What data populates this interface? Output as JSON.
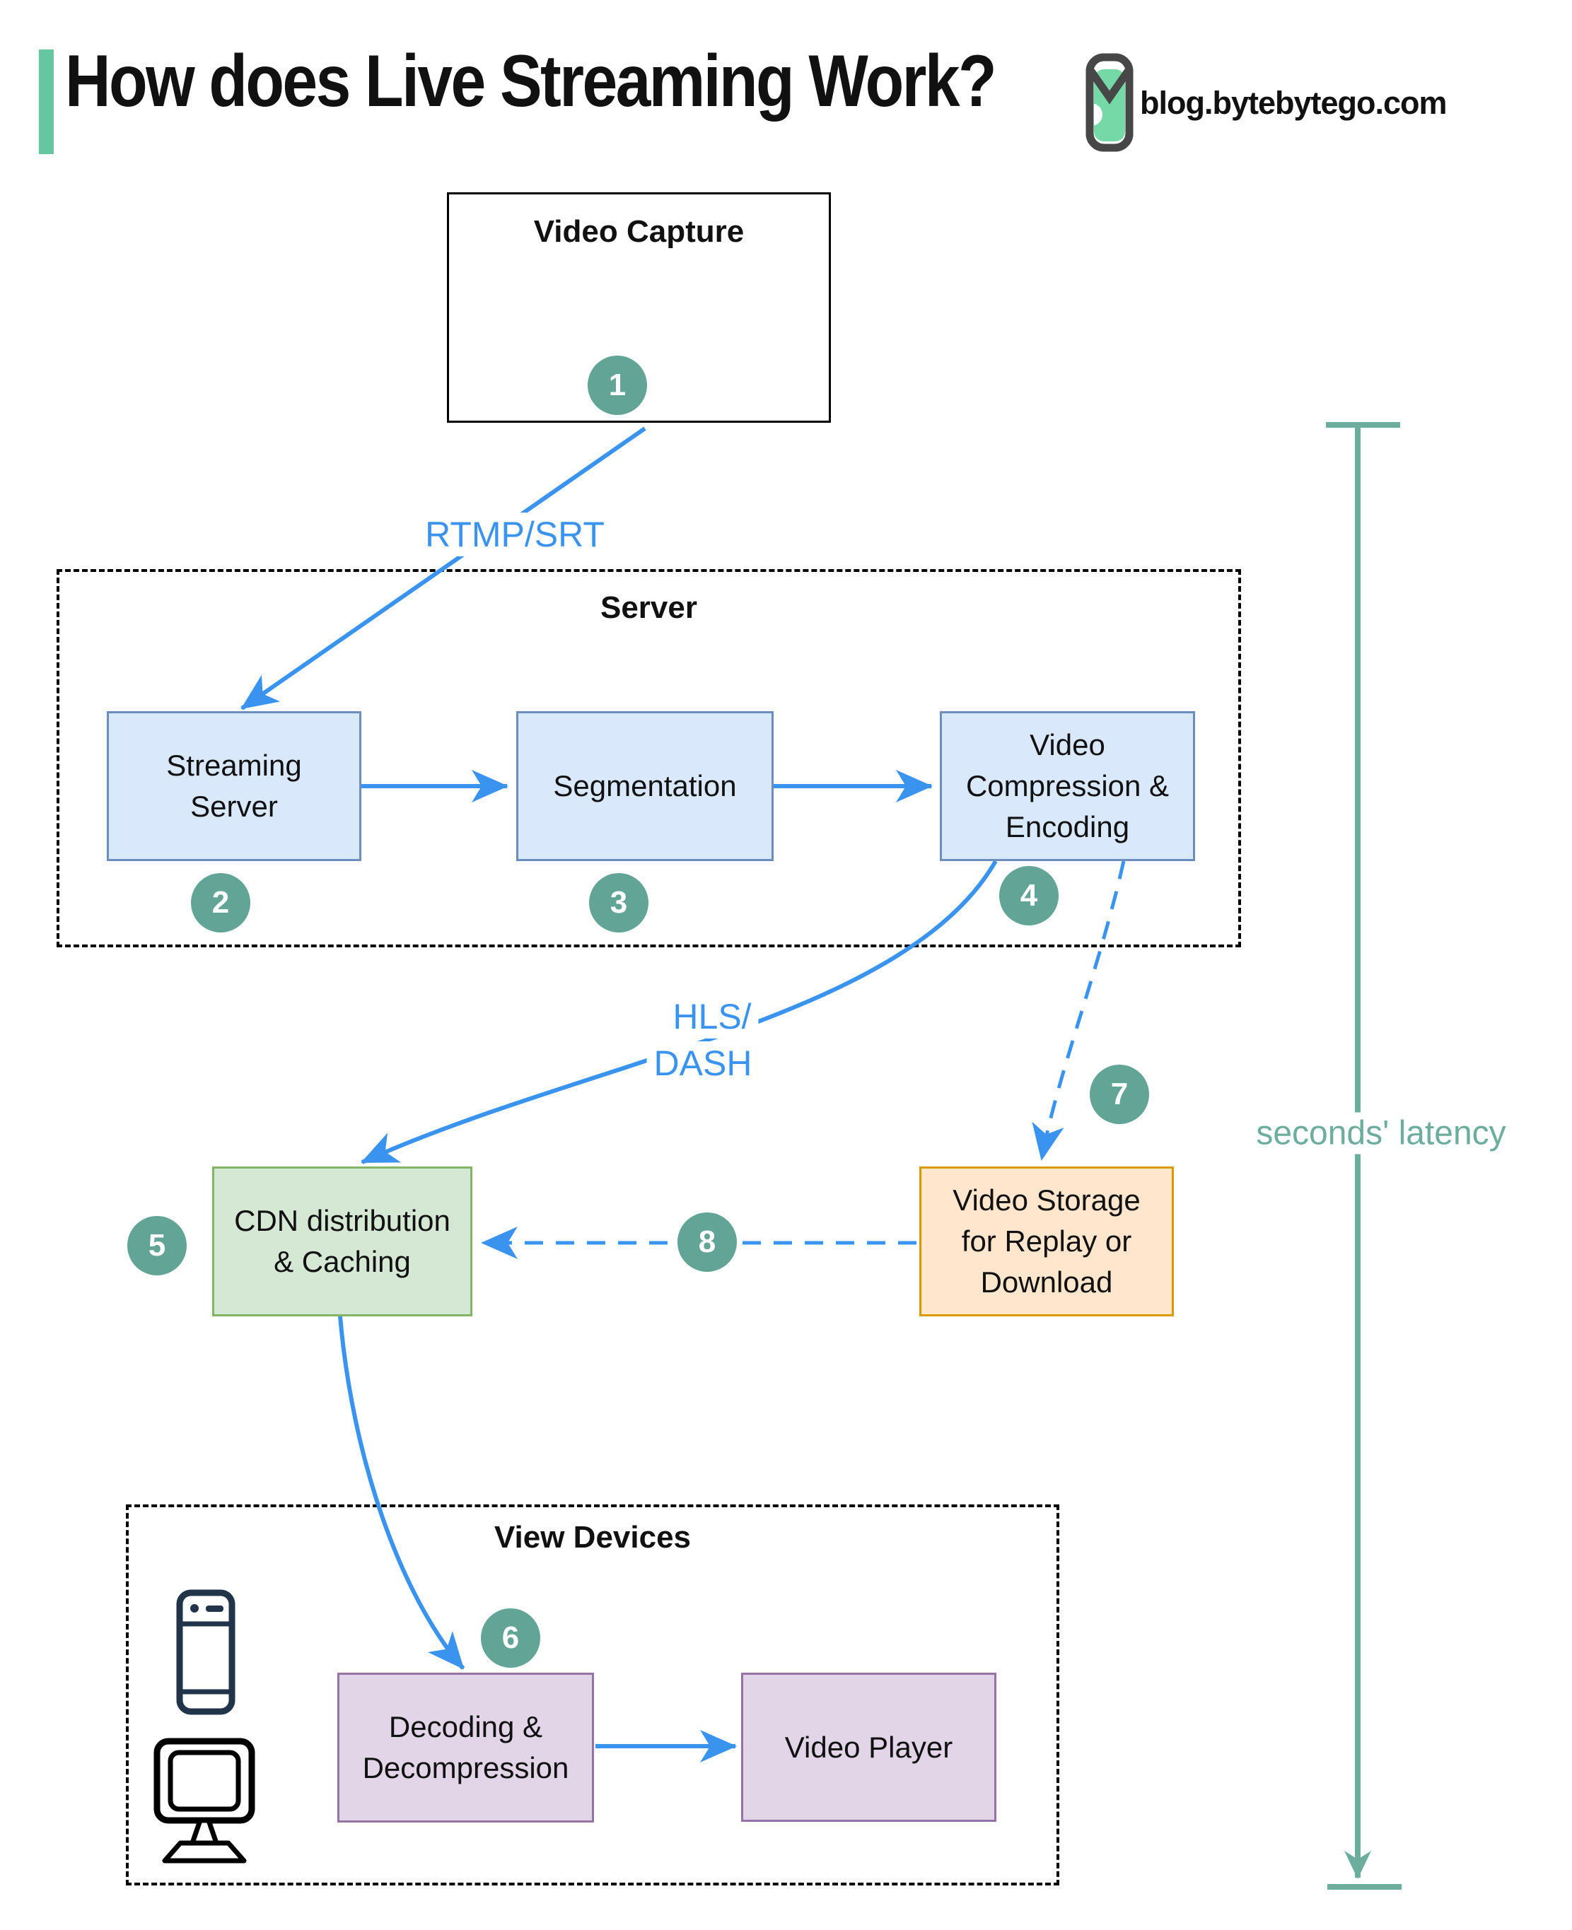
{
  "header": {
    "title": "How does Live Streaming Work?",
    "site": "blog.bytebytego.com"
  },
  "groups": {
    "server": "Server",
    "view_devices": "View Devices"
  },
  "nodes": {
    "video_capture": "Video Capture",
    "streaming_server": [
      "Streaming",
      "Server"
    ],
    "segmentation": [
      "Segmentation"
    ],
    "video_compression": [
      "Video",
      "Compression &",
      "Encoding"
    ],
    "cdn": [
      "CDN distribution",
      "& Caching"
    ],
    "video_storage": [
      "Video Storage",
      "for Replay or",
      "Download"
    ],
    "decoding": [
      "Decoding &",
      "Decompression"
    ],
    "video_player": [
      "Video Player"
    ]
  },
  "edge_labels": {
    "rtmp": "RTMP/SRT",
    "hls_line1": "HLS/",
    "hls_line2": "DASH",
    "latency": "seconds' latency"
  },
  "steps": [
    "1",
    "2",
    "3",
    "4",
    "5",
    "6",
    "7",
    "8"
  ],
  "colors": {
    "arrow_blue": "#3B93F0",
    "step_badge_teal": "#62A495",
    "latency_teal": "#6CAD9E",
    "accent_green": "#66C6A1",
    "node_blue_fill": "#DAE8FC",
    "node_blue_border": "#6C8EBF",
    "node_green_fill": "#D5E8D4",
    "node_green_border": "#82B366",
    "node_orange_fill": "#FFE6CC",
    "node_orange_border": "#D79B00",
    "node_purple_fill": "#E1D5E7",
    "node_purple_border": "#9673A6",
    "camera_icon": "#10506E",
    "phone_icon": "#22344A"
  }
}
